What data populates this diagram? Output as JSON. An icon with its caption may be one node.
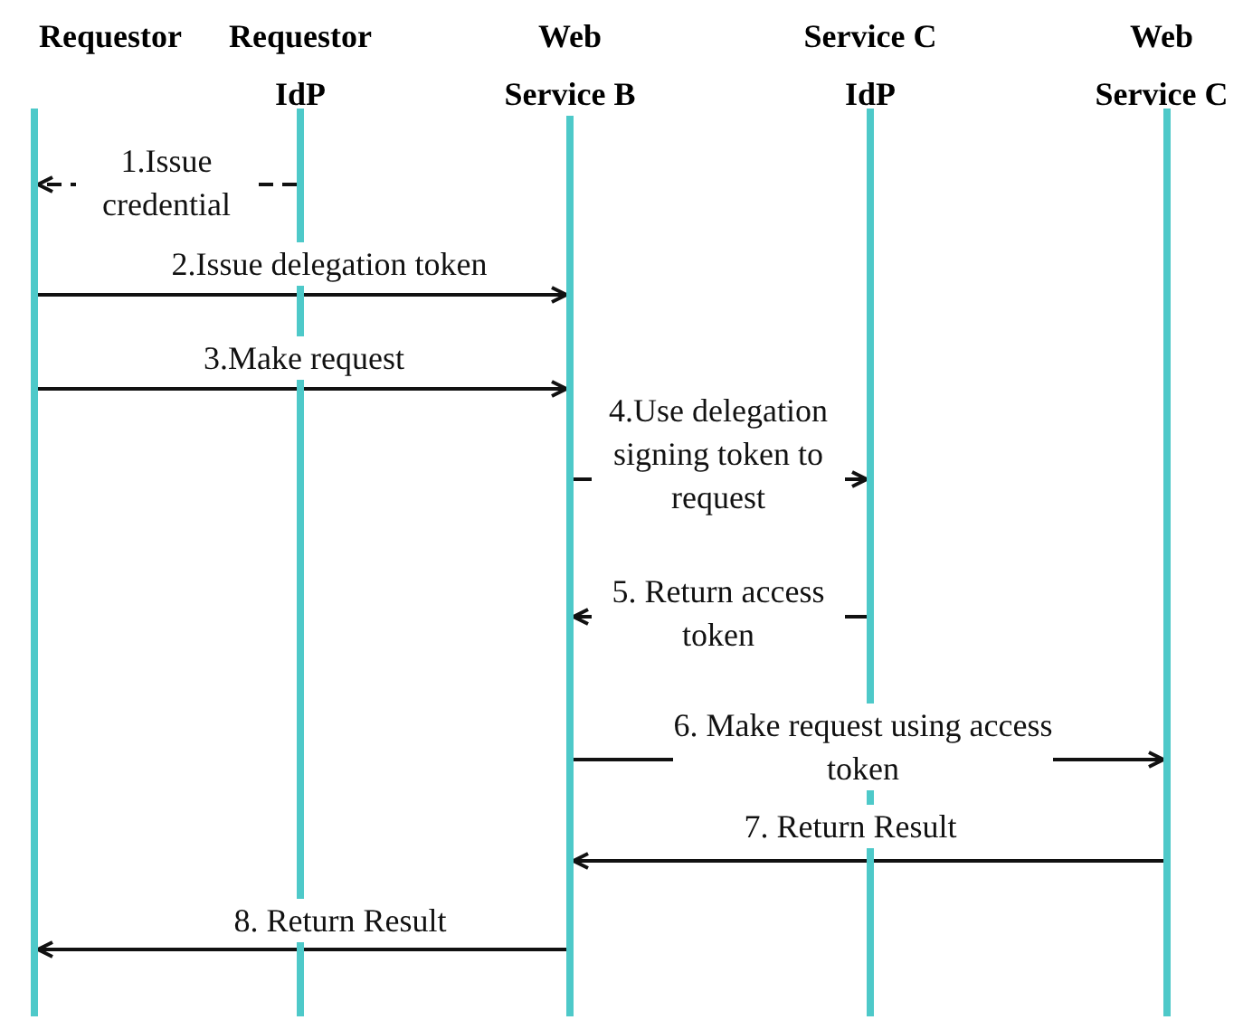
{
  "diagram": {
    "nodes": [
      {
        "text": [
          "Requestor"
        ]
      },
      {
        "text": [
          "Requestor IdP"
        ]
      },
      {
        "text": [
          "Web Service B"
        ]
      },
      {
        "text": [
          "Service C IdP"
        ]
      },
      {
        "text": [
          "Web Service C"
        ]
      }
    ],
    "edges": [
      {
        "from": 1,
        "to": 0,
        "arrow": "to",
        "style": "dashed",
        "label": "1.Issue credential"
      },
      {
        "from": 0,
        "to": 2,
        "arrow": "to",
        "label": "2.Issue delegation token"
      },
      {
        "from": 0,
        "to": 2,
        "arrow": "to",
        "label": "3.Make request"
      },
      {
        "from": 2,
        "to": 3,
        "arrow": "to",
        "label": "4.Use delegation signing token to request"
      },
      {
        "from": 3,
        "to": 2,
        "arrow": "to",
        "label": "5. Return access token"
      },
      {
        "from": 2,
        "to": 4,
        "arrow": "to",
        "label": "6. Make request using access token"
      },
      {
        "from": 4,
        "to": 2,
        "arrow": "to",
        "label": "7. Return Result"
      },
      {
        "from": 2,
        "to": 0,
        "arrow": "to",
        "label": "8. Return Result"
      }
    ]
  }
}
